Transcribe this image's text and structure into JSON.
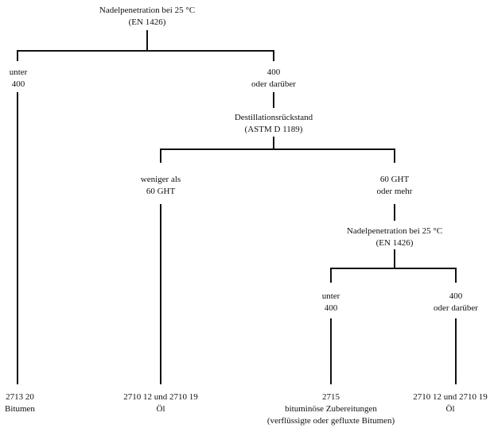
{
  "nodes": {
    "root": {
      "line1": "Nadelpenetration bei 25 °C",
      "line2": "(EN 1426)"
    },
    "root_left": {
      "line1": "unter",
      "line2": "400"
    },
    "root_right": {
      "line1": "400",
      "line2": "oder darüber"
    },
    "distillation": {
      "line1": "Destillationsrückstand",
      "line2": "(ASTM D 1189)"
    },
    "dist_left": {
      "line1": "weniger als",
      "line2": "60 GHT"
    },
    "dist_right": {
      "line1": "60 GHT",
      "line2": "oder mehr"
    },
    "penetration2": {
      "line1": "Nadelpenetration bei 25 °C",
      "line2": "(EN 1426)"
    },
    "pen2_left": {
      "line1": "unter",
      "line2": "400"
    },
    "pen2_right": {
      "line1": "400",
      "line2": "oder darüber"
    }
  },
  "leaves": {
    "bitumen": {
      "line1": "2713 20",
      "line2": "Bitumen"
    },
    "oil_a": {
      "line1": "2710 12 und 2710 19",
      "line2": "Öl"
    },
    "bituminous": {
      "line1": "2715",
      "line2": "bituminöse Zubereitungen",
      "line3": "(verflüssigte oder gefluxte Bitumen)"
    },
    "oil_b": {
      "line1": "2710 12 und 2710 19",
      "line2": "Öl"
    }
  }
}
